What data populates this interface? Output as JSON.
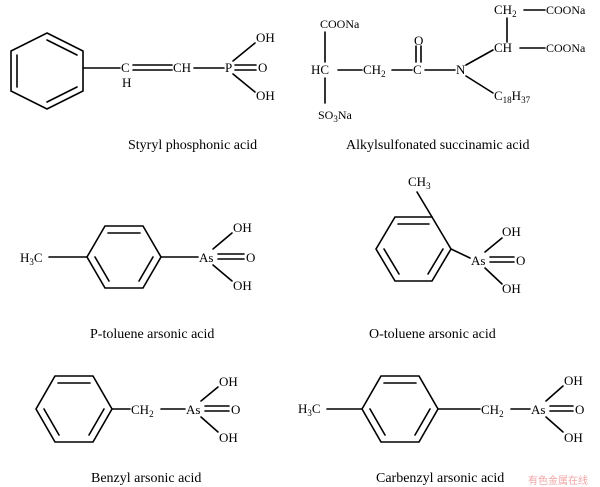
{
  "labels": {
    "oh": "OH",
    "o": "O",
    "h": "H",
    "ch": "CH",
    "ch2": "CH",
    "c": "C",
    "p": "P",
    "as": "As",
    "n": "N",
    "coona": "COONa",
    "so3na_a": "SO",
    "so3na_b": "Na",
    "sub2": "2",
    "sub3": "3",
    "c18h37_a": "C",
    "c18h37_b": "H",
    "sub18": "18",
    "sub37": "37"
  },
  "captions": {
    "styryl": "Styryl phosphonic acid",
    "alkyl": "Alkylsulfonated succinamic acid",
    "ptoluene": "P-toluene arsonic acid",
    "otoluene": "O-toluene arsonic acid",
    "benzyl": "Benzyl arsonic acid",
    "carbenzyl": "Carbenzyl arsonic acid"
  },
  "watermark": "有色金属在线"
}
